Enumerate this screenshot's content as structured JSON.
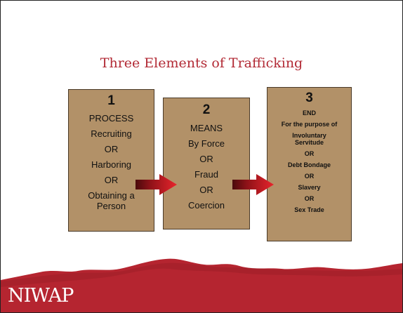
{
  "title": "Three Elements of Trafficking",
  "boxes": [
    {
      "number": "1",
      "lines": [
        "PROCESS",
        "Recruiting",
        "OR",
        "Harboring",
        "OR",
        "Obtaining a Person"
      ]
    },
    {
      "number": "2",
      "lines": [
        "MEANS",
        "By Force",
        "OR",
        "Fraud",
        "OR",
        "Coercion"
      ]
    },
    {
      "number": "3",
      "lines": [
        "END",
        "For the purpose of",
        "Involuntary Servitude",
        "OR",
        "Debt Bondage",
        "OR",
        "Slavery",
        "OR",
        "Sex Trade"
      ]
    }
  ],
  "logo": "NIWAP",
  "colors": {
    "title": "#b22a35",
    "box_fill": "#b29168",
    "arrow": "#d8202a",
    "footer": "#b52530"
  }
}
